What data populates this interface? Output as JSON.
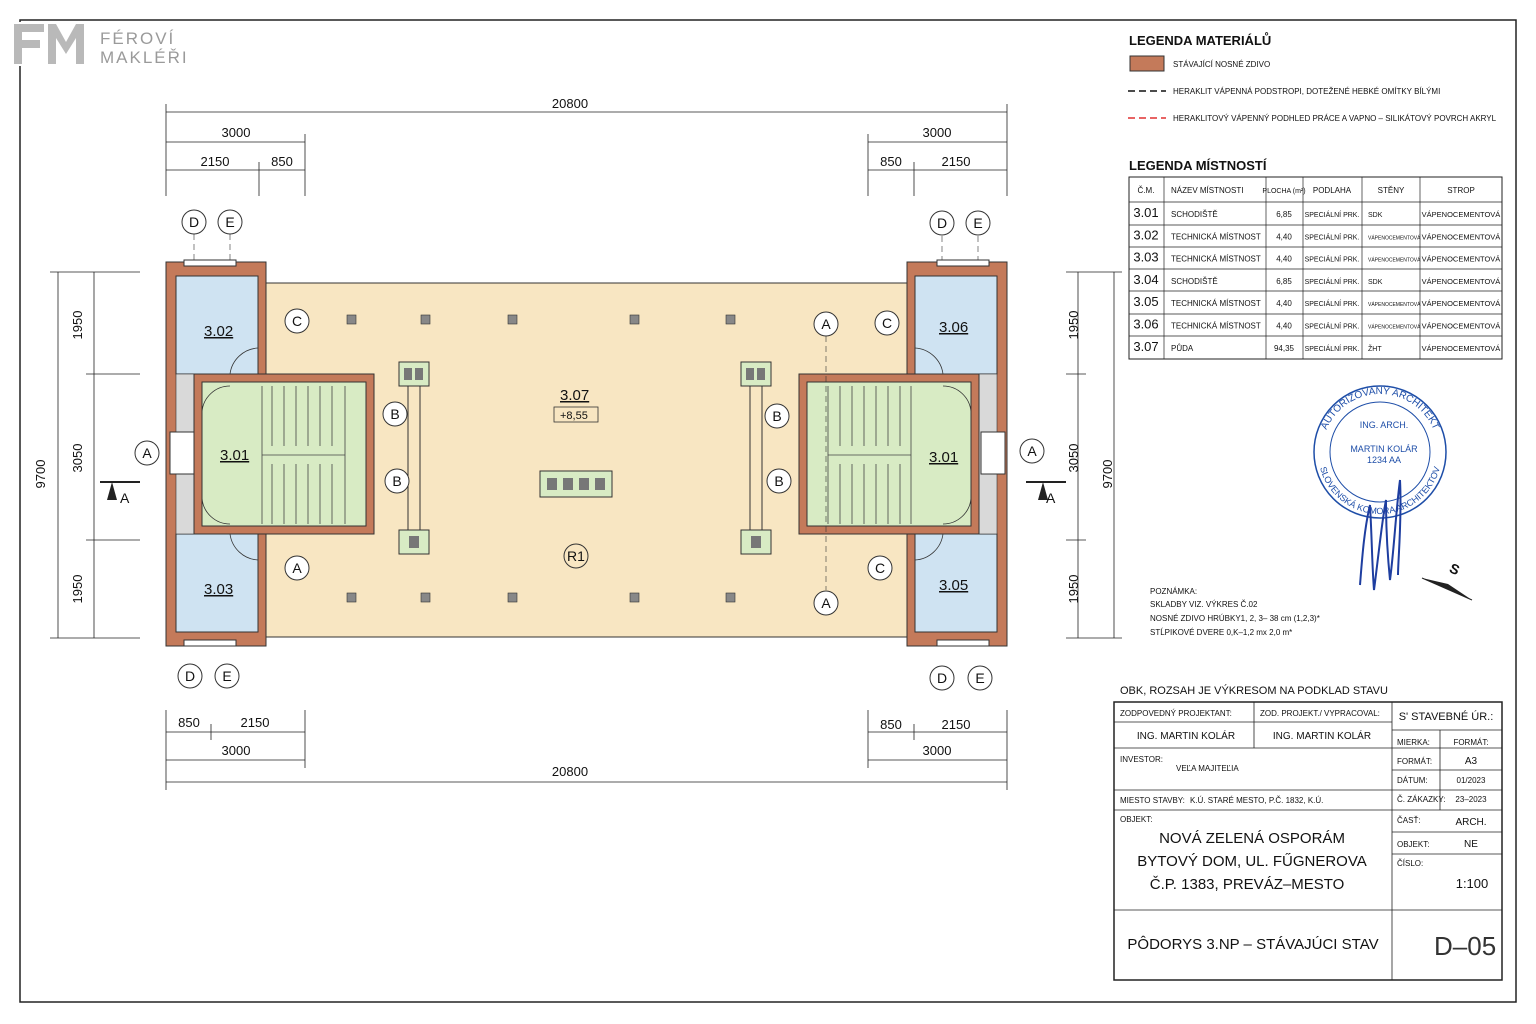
{
  "logo": {
    "line1": "FÉROVÍ",
    "line2": "MAKLÉŘI"
  },
  "legend_materials": {
    "title": "LEGENDA MATERIÁLŮ",
    "items": [
      {
        "label": "STÁVAJÍCÍ NOSNÉ ZDIVO",
        "color": "#c47a5a"
      },
      {
        "label": "HERAKLIT VÁPENNÁ PODSTROPI, DOTEŽENÉ HEBKÉ OMÍTKY BÍLÝMI",
        "color": "#111111"
      },
      {
        "label": "HERAKLITOVÝ VÁPENNÝ PODHLED PRÁCE A VAPNO – SILIKÁTOVÝ POVRCH AKRYL",
        "color": "#e03030"
      }
    ]
  },
  "legend_rooms": {
    "title": "LEGENDA MÍSTNOSTÍ",
    "headers": [
      "Č.M.",
      "NÁZEV MÍSTNOSTI",
      "PLOCHA (m²)",
      "PODLAHA",
      "STĚNY",
      "STROP"
    ],
    "rows": [
      [
        "3.01",
        "SCHODIŠTĚ",
        "6,85",
        "SPECIÁLNÍ PRK.",
        "SDK",
        "VÁPENOCEMENTOVÁ"
      ],
      [
        "3.02",
        "TECHNICKÁ MÍSTNOST",
        "4,40",
        "SPECIÁLNÍ PRK.",
        "VÁPENOCEMENTOVÁ",
        "VÁPENOCEMENTOVÁ"
      ],
      [
        "3.03",
        "TECHNICKÁ MÍSTNOST",
        "4,40",
        "SPECIÁLNÍ PRK.",
        "VÁPENOCEMENTOVÁ",
        "VÁPENOCEMENTOVÁ"
      ],
      [
        "3.04",
        "SCHODIŠTĚ",
        "6,85",
        "SPECIÁLNÍ PRK.",
        "SDK",
        "VÁPENOCEMENTOVÁ"
      ],
      [
        "3.05",
        "TECHNICKÁ MÍSTNOST",
        "4,40",
        "SPECIÁLNÍ PRK.",
        "VÁPENOCEMENTOVÁ",
        "VÁPENOCEMENTOVÁ"
      ],
      [
        "3.06",
        "TECHNICKÁ MÍSTNOST",
        "4,40",
        "SPECIÁLNÍ PRK.",
        "VÁPENOCEMENTOVÁ",
        "VÁPENOCEMENTOVÁ"
      ],
      [
        "3.07",
        "PŮDA",
        "94,35",
        "SPECIÁLNÍ PRK.",
        "ŽHT",
        "VÁPENOCEMENTOVÁ"
      ]
    ]
  },
  "stamp": {
    "ring_top": "AUTORIZOVANÝ ARCHITEKT",
    "ring_bottom": "SLOVENSKÁ KOMORA ARCHITEKTOV",
    "line1": "ING. ARCH.",
    "line2": "MARTIN KOLÁR",
    "line3": "1234 AA"
  },
  "north": "S",
  "notes": {
    "title": "POZNÁMKA:",
    "lines": [
      "SKLADBY VIZ. VÝKRES Č.02",
      "NOSNÉ ZDIVO HRÚBKY1, 2, 3– 38 cm (1,2,3)*",
      "STĹPIKOVÉ DVERE 0,K–1,2 mx 2,0 m*"
    ]
  },
  "plan": {
    "dims": {
      "overall": "20800",
      "wing": "3000",
      "a": "2150",
      "b": "850",
      "left_total": "9700",
      "h1": "1950",
      "h2": "3050",
      "h3": "1950"
    },
    "rooms": {
      "r301": "3.01",
      "r302": "3.02",
      "r303": "3.03",
      "r305": "3.05",
      "r306": "3.06",
      "r307": "3.07",
      "r307_level": "+8,55",
      "r1": "R1"
    },
    "markers": {
      "A": "A",
      "B": "B",
      "C": "C",
      "D": "D",
      "E": "E"
    },
    "section": "A"
  },
  "title_block": {
    "caption": "OBK, ROZSAH JE VÝKRESOM NA PODKLAD STAVU",
    "resp_label": "ZODPOVEDNÝ PROJEKTANT:",
    "resp_value": "ING. MARTIN KOLÁR",
    "drawn_label": "ZOD. PROJEKT./ VYPRACOVAL:",
    "drawn_value": "ING. MARTIN KOLÁR",
    "stage": "S' STAVEBNÉ ÚR.:",
    "investor_label": "INVESTOR:",
    "investor_value": "VEĽA MAJITEĽIA",
    "place_label": "MIESTO STAVBY:",
    "place_value": "K.Ú. STARÉ MESTO, P.Č. 1832, K.Ú.",
    "object_label": "OBJEKT:",
    "object_lines": [
      "NOVÁ ZELENÁ OSPORÁM",
      "BYTOVÝ DOM, UL. FŰGNEROVA",
      "Č.P. 1383, PREVÁZ–MESTO"
    ],
    "right_fields": [
      {
        "label": "MIERKA:",
        "value": "FORMÁT:"
      },
      {
        "label": "FORMÁT:",
        "value": "A3"
      },
      {
        "label": "DÁTUM:",
        "value": "01/2023"
      },
      {
        "label": "Č. ZÁKAZKY:",
        "value": "23–2023"
      },
      {
        "label": "ČASŤ:",
        "value": "ARCH."
      },
      {
        "label": "OBJEKT:",
        "value": "NE"
      },
      {
        "label": "ČÍSLO:",
        "value": "1:100"
      }
    ],
    "drawing_title": "PÔDORYS 3.NP – STÁVAJÚCI STAV",
    "drawing_no": "D–05"
  }
}
